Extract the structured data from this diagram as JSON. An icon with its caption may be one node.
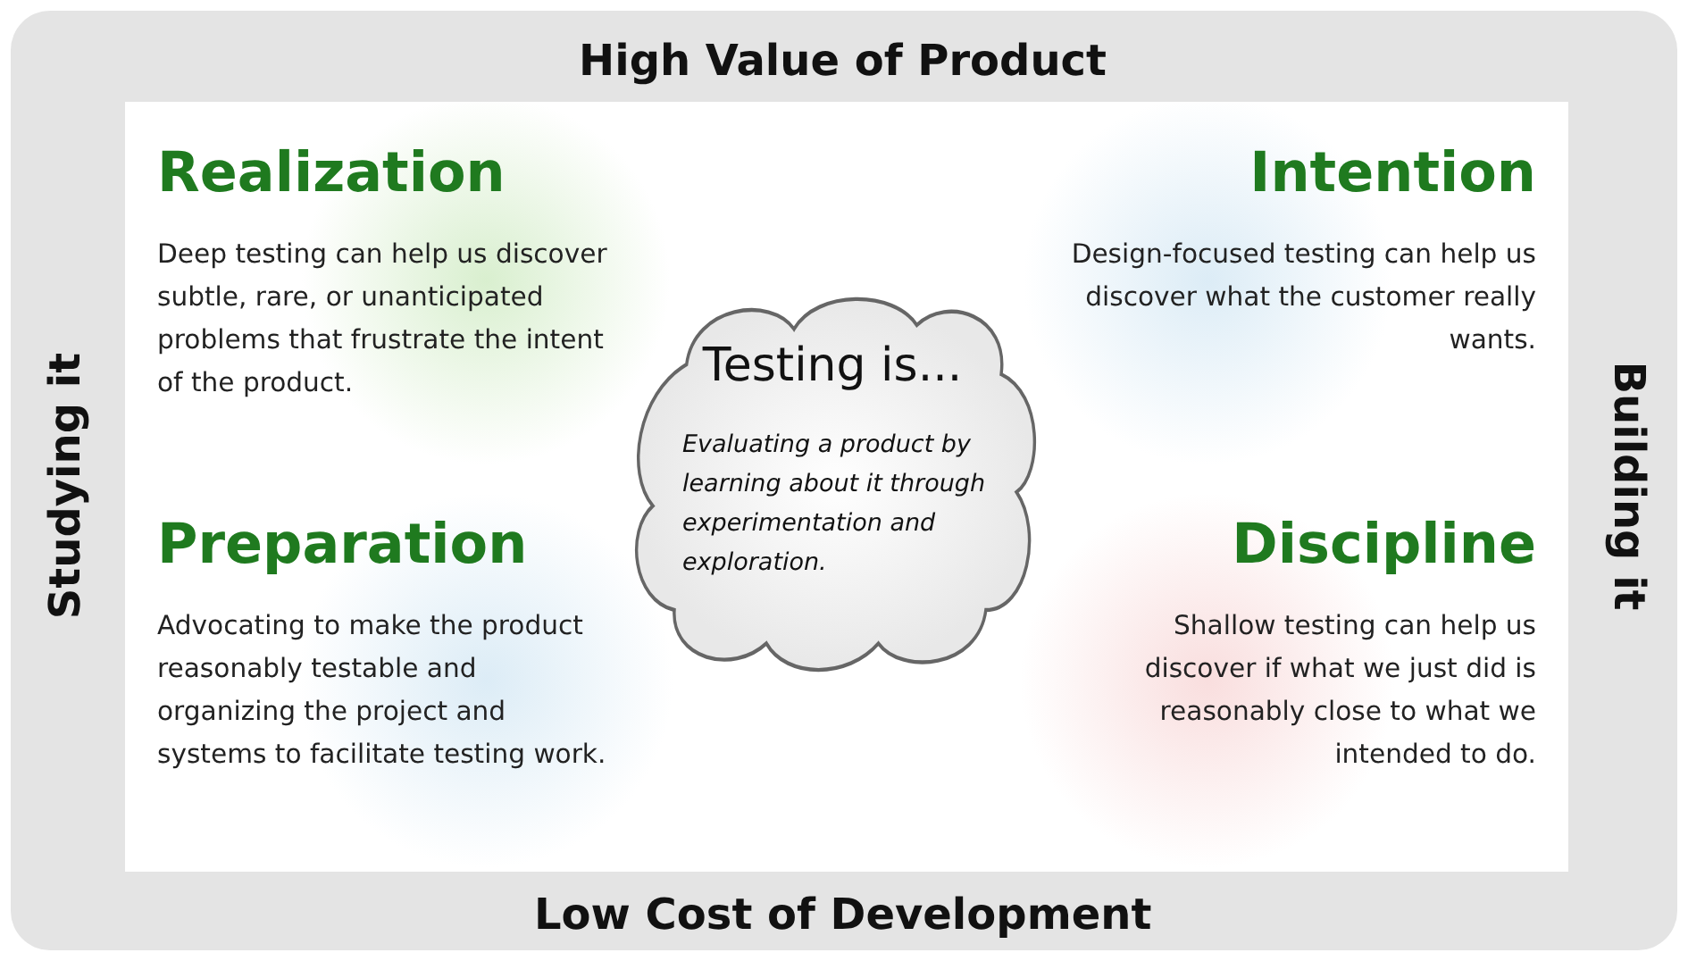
{
  "diagram": {
    "nodes": [
      {
        "text": [
          "Realization",
          "Deep testing can help us discover subtle, rare, or unanticipated problems that frustrate the intent of the product."
        ]
      },
      {
        "text": [
          "Intention",
          "Design-focused testing can help us discover what the customer really wants."
        ]
      },
      {
        "text": [
          "Preparation",
          "Advocating to make the product reasonably testable and organizing the project and systems to facilitate testing work."
        ]
      },
      {
        "text": [
          "Discipline",
          "Shallow testing can help us discover if what we just did is reasonably close to what we intended to do."
        ]
      },
      {
        "text": [
          "Testing is...",
          "Evaluating a product by learning about it through experimentation and exploration."
        ]
      }
    ],
    "edges": [],
    "labels": [
      "High Value of Product",
      "Studying it",
      "Building it",
      "Low Cost of Development"
    ]
  }
}
